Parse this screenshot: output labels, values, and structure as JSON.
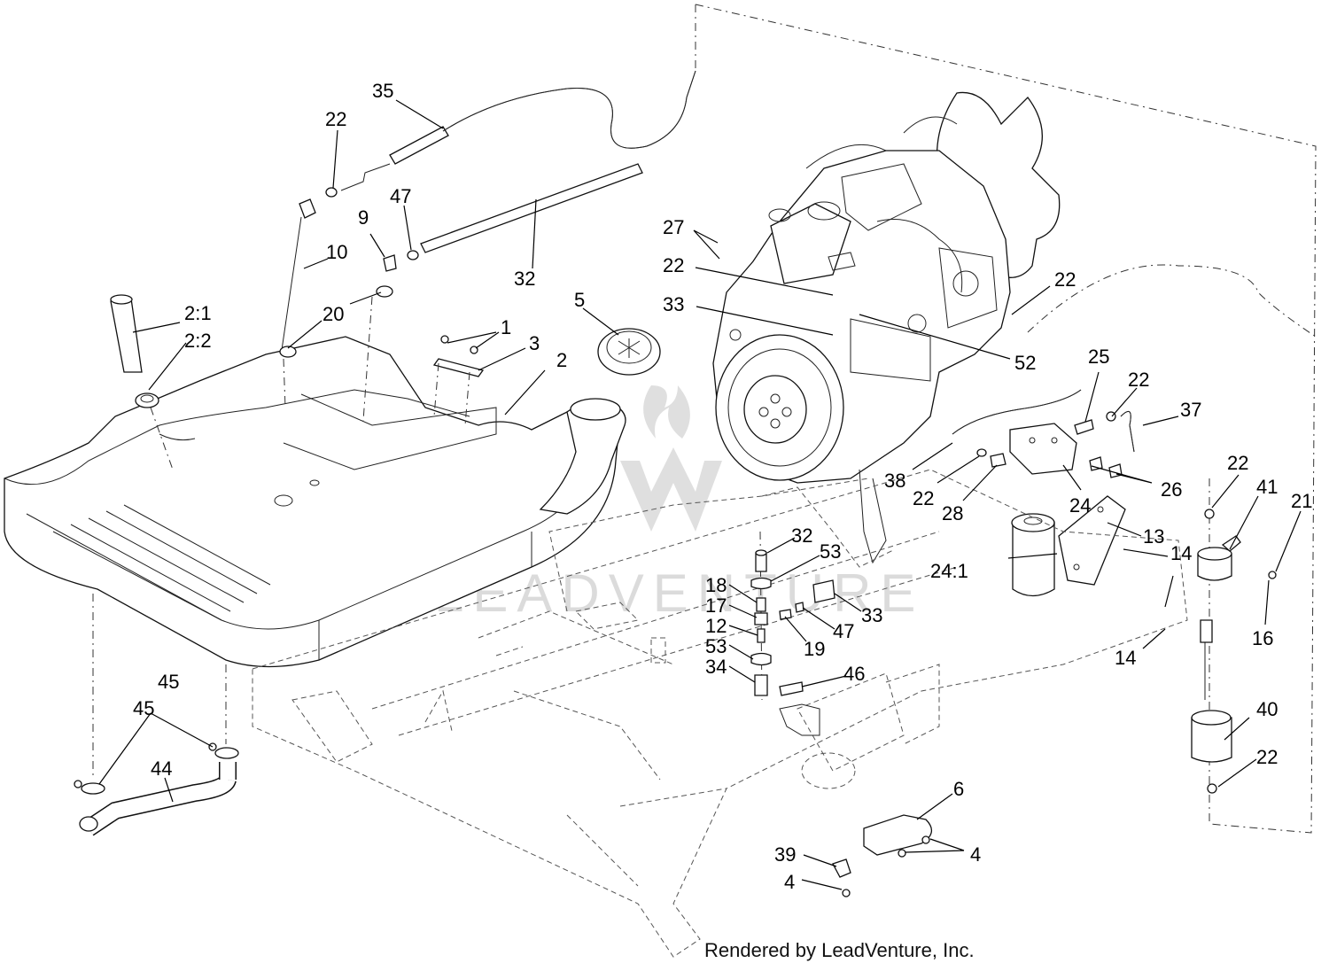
{
  "footer": {
    "rendered_by": "Rendered by LeadVenture, Inc."
  },
  "watermark": {
    "text": "LEADVENTURE"
  },
  "callouts": [
    {
      "id": "c35",
      "label": "35"
    },
    {
      "id": "c22a",
      "label": "22"
    },
    {
      "id": "c47a",
      "label": "47"
    },
    {
      "id": "c9",
      "label": "9"
    },
    {
      "id": "c10",
      "label": "10"
    },
    {
      "id": "c32a",
      "label": "32"
    },
    {
      "id": "c21a",
      "label": "2:1"
    },
    {
      "id": "c22b",
      "label": "2:2"
    },
    {
      "id": "c20",
      "label": "20"
    },
    {
      "id": "c1",
      "label": "1"
    },
    {
      "id": "c3",
      "label": "3"
    },
    {
      "id": "c2",
      "label": "2"
    },
    {
      "id": "c5",
      "label": "5"
    },
    {
      "id": "c27",
      "label": "27"
    },
    {
      "id": "c22c",
      "label": "22"
    },
    {
      "id": "c33a",
      "label": "33"
    },
    {
      "id": "c22d",
      "label": "22"
    },
    {
      "id": "c52",
      "label": "52"
    },
    {
      "id": "c25",
      "label": "25"
    },
    {
      "id": "c22e",
      "label": "22"
    },
    {
      "id": "c37",
      "label": "37"
    },
    {
      "id": "c38",
      "label": "38"
    },
    {
      "id": "c22f",
      "label": "22"
    },
    {
      "id": "c28",
      "label": "28"
    },
    {
      "id": "c24",
      "label": "24"
    },
    {
      "id": "c26",
      "label": "26"
    },
    {
      "id": "c22g",
      "label": "22"
    },
    {
      "id": "c41",
      "label": "41"
    },
    {
      "id": "c21",
      "label": "21"
    },
    {
      "id": "c13",
      "label": "13"
    },
    {
      "id": "c14a",
      "label": "14"
    },
    {
      "id": "c241",
      "label": "24:1"
    },
    {
      "id": "c32b",
      "label": "32"
    },
    {
      "id": "c53a",
      "label": "53"
    },
    {
      "id": "c18",
      "label": "18"
    },
    {
      "id": "c17",
      "label": "17"
    },
    {
      "id": "c33b",
      "label": "33"
    },
    {
      "id": "c47b",
      "label": "47"
    },
    {
      "id": "c19",
      "label": "19"
    },
    {
      "id": "c12",
      "label": "12"
    },
    {
      "id": "c53b",
      "label": "53"
    },
    {
      "id": "c34",
      "label": "34"
    },
    {
      "id": "c16",
      "label": "16"
    },
    {
      "id": "c14b",
      "label": "14"
    },
    {
      "id": "c46",
      "label": "46"
    },
    {
      "id": "c45a",
      "label": "45"
    },
    {
      "id": "c45b",
      "label": "45"
    },
    {
      "id": "c44",
      "label": "44"
    },
    {
      "id": "c40",
      "label": "40"
    },
    {
      "id": "c22h",
      "label": "22"
    },
    {
      "id": "c6",
      "label": "6"
    },
    {
      "id": "c39",
      "label": "39"
    },
    {
      "id": "c4a",
      "label": "4"
    },
    {
      "id": "c4b",
      "label": "4"
    }
  ]
}
